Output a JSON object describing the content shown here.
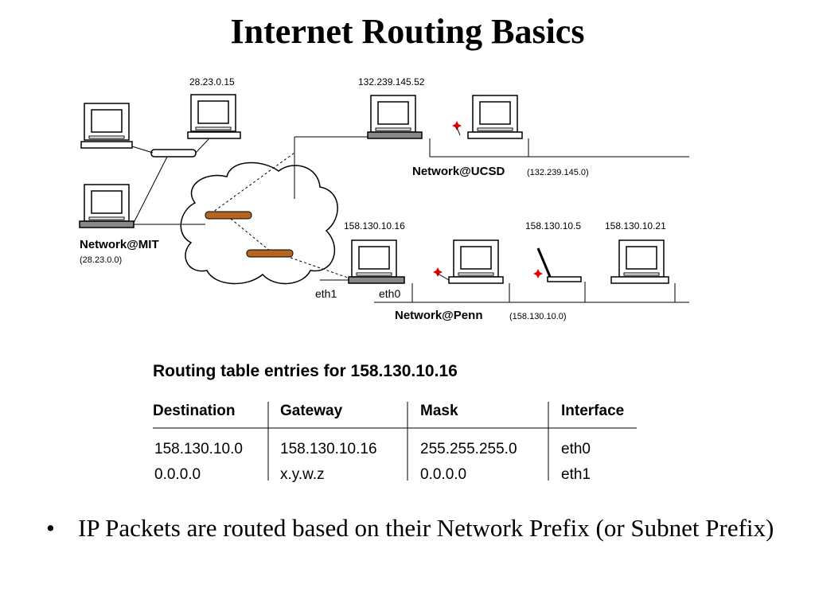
{
  "title": "Internet Routing Basics",
  "diagram": {
    "hosts": {
      "mit_host": "28.23.0.15",
      "ucsd_host": "132.239.145.52",
      "penn_router": "158.130.10.16",
      "penn_host_a": "158.130.10.5",
      "penn_host_b": "158.130.10.21"
    },
    "networks": {
      "mit_name": "Network@MIT",
      "mit_prefix": "(28.23.0.0)",
      "ucsd_name": "Network@UCSD",
      "ucsd_prefix": "(132.239.145.0)",
      "penn_name": "Network@Penn",
      "penn_prefix": "(158.130.10.0)"
    },
    "interfaces": {
      "eth1": "eth1",
      "eth0": "eth0"
    }
  },
  "routing_table": {
    "title": "Routing table entries for 158.130.10.16",
    "headers": [
      "Destination",
      "Gateway",
      "Mask",
      "Interface"
    ],
    "rows": [
      [
        "158.130.10.0",
        "158.130.10.16",
        "255.255.255.0",
        "eth0"
      ],
      [
        "0.0.0.0",
        "x.y.w.z",
        "0.0.0.0",
        "eth1"
      ]
    ]
  },
  "bullet": {
    "symbol": "•",
    "text": "IP Packets are routed based on their Network Prefix (or Subnet Prefix)"
  }
}
